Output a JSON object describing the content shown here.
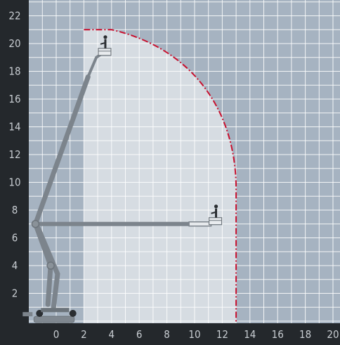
{
  "diagram": {
    "type": "working-range-chart",
    "x_ticks": [
      "0",
      "2",
      "4",
      "6",
      "8",
      "10",
      "12",
      "14",
      "16",
      "18",
      "20"
    ],
    "y_ticks": [
      "2",
      "4",
      "6",
      "8",
      "10",
      "12",
      "14",
      "16",
      "18",
      "20",
      "22"
    ],
    "x_range": [
      -2,
      20
    ],
    "y_range": [
      0,
      23
    ],
    "grid": true,
    "colors": {
      "frame": "#24282c",
      "plot_background": "#a6b3c1",
      "working_area": "#d6dce2",
      "grid_line": "#ffffff",
      "envelope_line": "#c8102e",
      "machine": "#808890",
      "tick_label": "#c8cdd2"
    },
    "envelope": {
      "style": "dash-dot",
      "top_height": 21,
      "top_start_x": 2,
      "top_end_x": 4,
      "max_outreach": 13,
      "outreach_height": 7,
      "ground_x": 13
    },
    "machine": {
      "icon": "articulated-boom-lift-icon",
      "base_x": [
        -1,
        1
      ],
      "pivot": [
        -1.5,
        7
      ],
      "high_platform": [
        3.5,
        19.2
      ],
      "low_platform": [
        11.5,
        7
      ]
    }
  }
}
